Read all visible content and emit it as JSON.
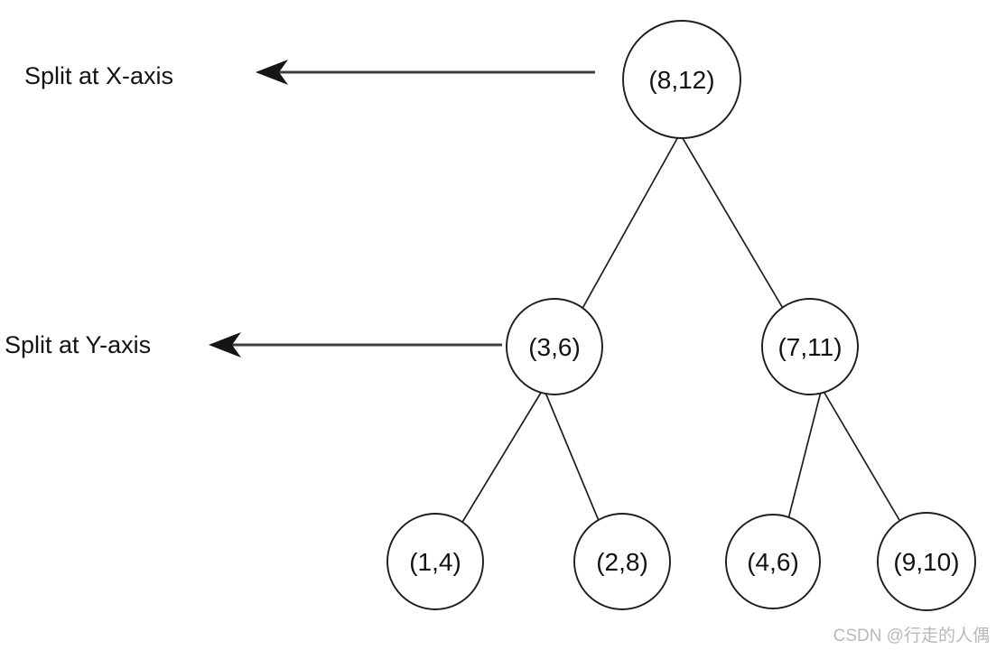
{
  "diagram": {
    "type": "kd-tree",
    "annotations": {
      "split_x": "Split at X-axis",
      "split_y": "Split at Y-axis"
    },
    "watermark": "CSDN @行走的人偶",
    "colors": {
      "background": "#ffffff",
      "line": "#1d1d1d",
      "text": "#121212",
      "watermark": "#b9b9b9"
    }
  },
  "tree": {
    "nodes": [
      {
        "id": "n0",
        "label": "(8,12)",
        "point": [
          8,
          12
        ],
        "level": 0,
        "split_axis": "X-axis"
      },
      {
        "id": "n1",
        "label": "(3,6)",
        "point": [
          3,
          6
        ],
        "level": 1,
        "split_axis": "Y-axis"
      },
      {
        "id": "n2",
        "label": "(7,11)",
        "point": [
          7,
          11
        ],
        "level": 1,
        "split_axis": "Y-axis"
      },
      {
        "id": "n3",
        "label": "(1,4)",
        "point": [
          1,
          4
        ],
        "level": 2
      },
      {
        "id": "n4",
        "label": "(2,8)",
        "point": [
          2,
          8
        ],
        "level": 2
      },
      {
        "id": "n5",
        "label": "(4,6)",
        "point": [
          4,
          6
        ],
        "level": 2
      },
      {
        "id": "n6",
        "label": "(9,10)",
        "point": [
          9,
          10
        ],
        "level": 2
      }
    ],
    "edges": [
      [
        "n0",
        "n1"
      ],
      [
        "n0",
        "n2"
      ],
      [
        "n1",
        "n3"
      ],
      [
        "n1",
        "n4"
      ],
      [
        "n2",
        "n5"
      ],
      [
        "n2",
        "n6"
      ]
    ]
  }
}
